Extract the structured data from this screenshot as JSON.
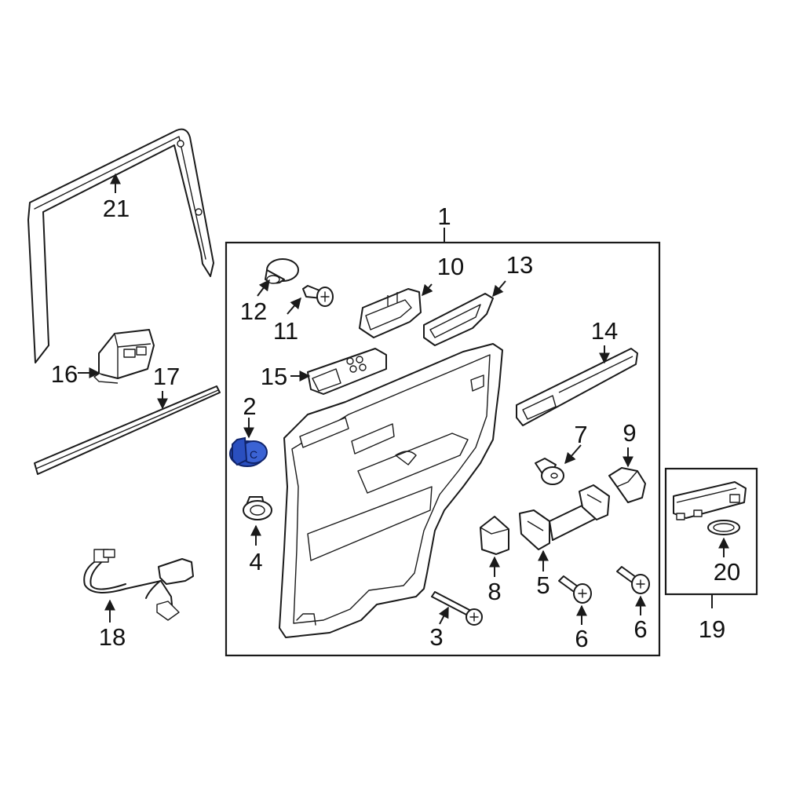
{
  "highlight_color": "#2a4fbf",
  "callouts": [
    {
      "id": "1",
      "label": "1"
    },
    {
      "id": "2",
      "label": "2"
    },
    {
      "id": "3",
      "label": "3"
    },
    {
      "id": "4",
      "label": "4"
    },
    {
      "id": "5",
      "label": "5"
    },
    {
      "id": "6a",
      "label": "6"
    },
    {
      "id": "6b",
      "label": "6"
    },
    {
      "id": "7",
      "label": "7"
    },
    {
      "id": "8",
      "label": "8"
    },
    {
      "id": "9",
      "label": "9"
    },
    {
      "id": "10",
      "label": "10"
    },
    {
      "id": "11",
      "label": "11"
    },
    {
      "id": "12",
      "label": "12"
    },
    {
      "id": "13",
      "label": "13"
    },
    {
      "id": "14",
      "label": "14"
    },
    {
      "id": "15",
      "label": "15"
    },
    {
      "id": "16",
      "label": "16"
    },
    {
      "id": "17",
      "label": "17"
    },
    {
      "id": "18",
      "label": "18"
    },
    {
      "id": "19",
      "label": "19"
    },
    {
      "id": "20",
      "label": "20"
    },
    {
      "id": "21",
      "label": "21"
    }
  ]
}
